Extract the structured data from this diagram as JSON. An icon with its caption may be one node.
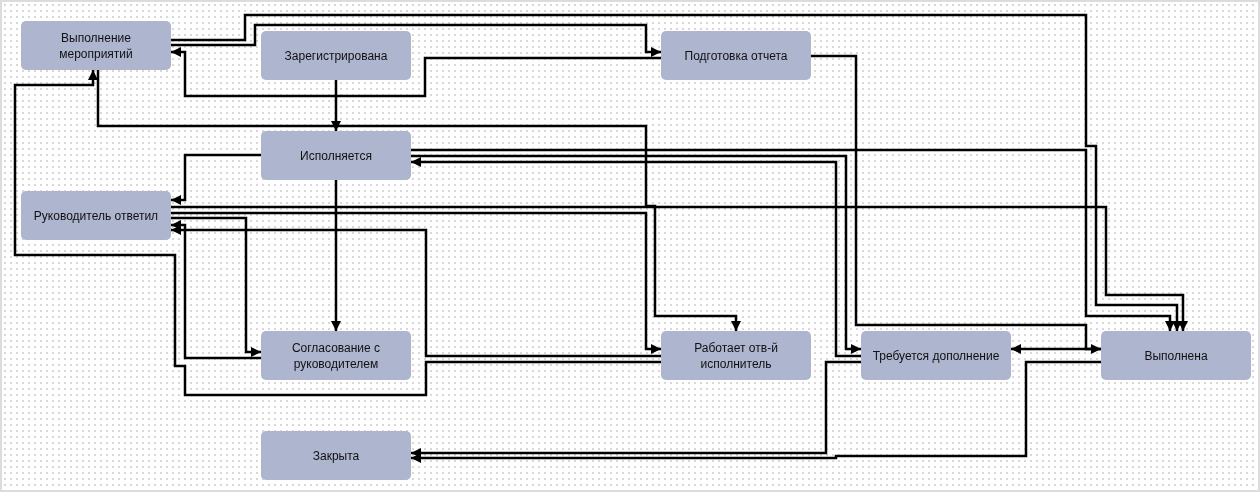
{
  "diagram": {
    "nodes": [
      {
        "text": [
          "Выполнение мероприятий"
        ]
      },
      {
        "text": [
          "Зарегистрирована"
        ]
      },
      {
        "text": [
          "Подготовка отчета"
        ]
      },
      {
        "text": [
          "Исполняется"
        ]
      },
      {
        "text": [
          "Руководитель ответил"
        ]
      },
      {
        "text": [
          "Согласование с руководителем"
        ]
      },
      {
        "text": [
          "Работает отв-й исполнитель"
        ]
      },
      {
        "text": [
          "Требуется дополнение"
        ]
      },
      {
        "text": [
          "Выполнена"
        ]
      },
      {
        "text": [
          "Закрыта"
        ]
      }
    ],
    "edges": [
      {
        "from": 0,
        "to": 8,
        "arrow": "to"
      },
      {
        "from": 0,
        "to": 2,
        "arrow": "to"
      },
      {
        "from": 2,
        "to": 0,
        "arrow": "to"
      },
      {
        "from": 0,
        "to": 6,
        "arrow": "to"
      },
      {
        "from": 6,
        "to": 0,
        "arrow": "to"
      },
      {
        "from": 1,
        "to": 3,
        "arrow": "to"
      },
      {
        "from": 3,
        "to": 4,
        "arrow": "to"
      },
      {
        "from": 3,
        "to": 5,
        "arrow": "to"
      },
      {
        "from": 3,
        "to": 8,
        "arrow": "to"
      },
      {
        "from": 3,
        "to": 7,
        "arrow": "to"
      },
      {
        "from": 7,
        "to": 3,
        "arrow": "to"
      },
      {
        "from": 2,
        "to": 8,
        "arrow": "to"
      },
      {
        "from": 4,
        "to": 8,
        "arrow": "to"
      },
      {
        "from": 4,
        "to": 6,
        "arrow": "to"
      },
      {
        "from": 4,
        "to": 5,
        "arrow": "to"
      },
      {
        "from": 5,
        "to": 4,
        "arrow": "to"
      },
      {
        "from": 6,
        "to": 4,
        "arrow": "to"
      },
      {
        "from": 7,
        "to": 9,
        "arrow": "to"
      },
      {
        "from": 8,
        "to": 9,
        "arrow": "to"
      },
      {
        "from": 8,
        "to": 7,
        "arrow": "to"
      }
    ]
  }
}
